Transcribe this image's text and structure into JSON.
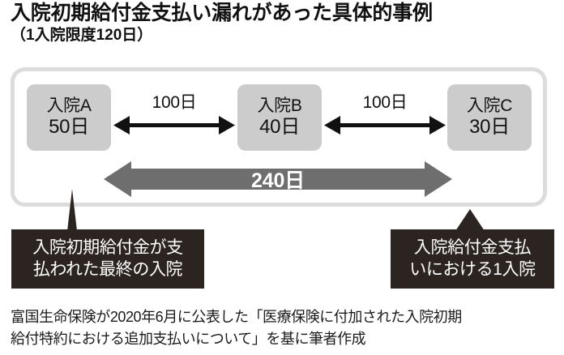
{
  "title": {
    "main": "入院初期給付金支払い漏れがあった具体的事例",
    "sub": "（1入院限度120日）"
  },
  "diagram": {
    "stays": [
      {
        "name": "入院A",
        "days": "50日"
      },
      {
        "name": "入院B",
        "days": "40日"
      },
      {
        "name": "入院C",
        "days": "30日"
      }
    ],
    "gaps": [
      {
        "label": "100日"
      },
      {
        "label": "100日"
      }
    ],
    "total": {
      "label": "240日"
    },
    "callouts": [
      {
        "line1": "入院初期給付金が支",
        "line2": "払われた最終の入院"
      },
      {
        "line1": "入院給付金支払",
        "line2": "いにおける1入院"
      }
    ],
    "colors": {
      "frame_border": "#dcdcdc",
      "stay_box_fill": "#cccccc",
      "total_arrow_fill": "#6e6e6e",
      "callout_fill": "#2b2420",
      "thin_arrow": "#111111"
    }
  },
  "footnote": {
    "line1": "富国生命保険が2020年6月に公表した「医療保険に付加された入院初期",
    "line2": "給付特約における追加支払いについて」を基に筆者作成"
  }
}
